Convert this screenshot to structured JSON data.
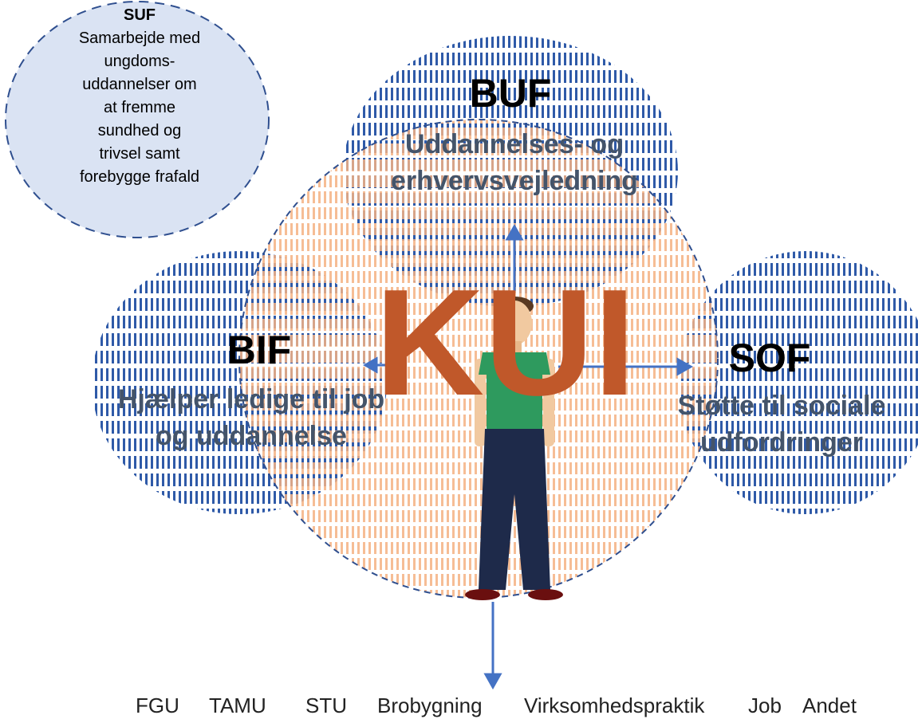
{
  "suf": {
    "title": "SUF",
    "lines": [
      "Samarbejde med",
      "ungdoms-",
      "uddannelser om",
      "at fremme",
      "sundhed og",
      "trivsel samt",
      "forebygge frafald"
    ]
  },
  "buf": {
    "title": "BUF",
    "subtitle": "Uddannelses- og erhvervsvejledning"
  },
  "bif": {
    "title": "BIF",
    "subtitle": "Hjælper ledige til job og uddannelse"
  },
  "sof": {
    "title": "SOF",
    "subtitle": "Støtte til sociale udfordringer"
  },
  "center": {
    "label": "KUI"
  },
  "options": [
    "FGU",
    "TAMU",
    "STU",
    "Brobygning",
    "Virksomhedspraktik",
    "Job",
    "Andet"
  ],
  "colors": {
    "suf_fill": "#dae3f3",
    "dashed_border": "#2f4f8f",
    "blue_stripes": "#2f5aa8",
    "peach_stripes": "#f4b183",
    "kui_text": "#c0582a",
    "arrow": "#4472c4",
    "subtitle_text": "#44546a"
  }
}
